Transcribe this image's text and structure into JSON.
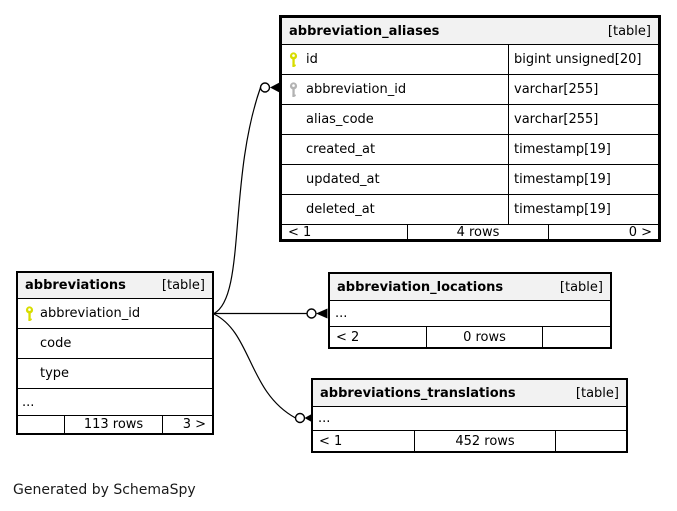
{
  "note": "Generated by SchemaSpy",
  "colors": {
    "primary_key": "#d8dd00",
    "foreign_key": "#b3b3b3",
    "header_bg": "#f2f2f2",
    "border": "#000000"
  },
  "aliases": {
    "title": "abbreviation_aliases",
    "tag": "[table]",
    "rows": [
      {
        "name": "id",
        "type": "bigint unsigned[20]",
        "key": "primary"
      },
      {
        "name": "abbreviation_id",
        "type": "varchar[255]",
        "key": "foreign"
      },
      {
        "name": "alias_code",
        "type": "varchar[255]",
        "key": ""
      },
      {
        "name": "created_at",
        "type": "timestamp[19]",
        "key": ""
      },
      {
        "name": "updated_at",
        "type": "timestamp[19]",
        "key": ""
      },
      {
        "name": "deleted_at",
        "type": "timestamp[19]",
        "key": ""
      }
    ],
    "footer": {
      "left": "< 1",
      "center": "4 rows",
      "right": "0 >"
    }
  },
  "abbreviations": {
    "title": "abbreviations",
    "tag": "[table]",
    "rows": [
      {
        "name": "abbreviation_id",
        "key": "primary"
      },
      {
        "name": "code",
        "key": ""
      },
      {
        "name": "type",
        "key": ""
      },
      {
        "name": "...",
        "key": ""
      }
    ],
    "footer": {
      "left": "",
      "center": "113 rows",
      "right": "3 >"
    }
  },
  "locations": {
    "title": "abbreviation_locations",
    "tag": "[table]",
    "rows": [
      {
        "name": "...",
        "key": ""
      }
    ],
    "footer": {
      "left": "< 2",
      "center": "0 rows",
      "right": ""
    }
  },
  "translations": {
    "title": "abbreviations_translations",
    "tag": "[table]",
    "rows": [
      {
        "name": "...",
        "key": ""
      }
    ],
    "footer": {
      "left": "< 1",
      "center": "452 rows",
      "right": ""
    }
  }
}
